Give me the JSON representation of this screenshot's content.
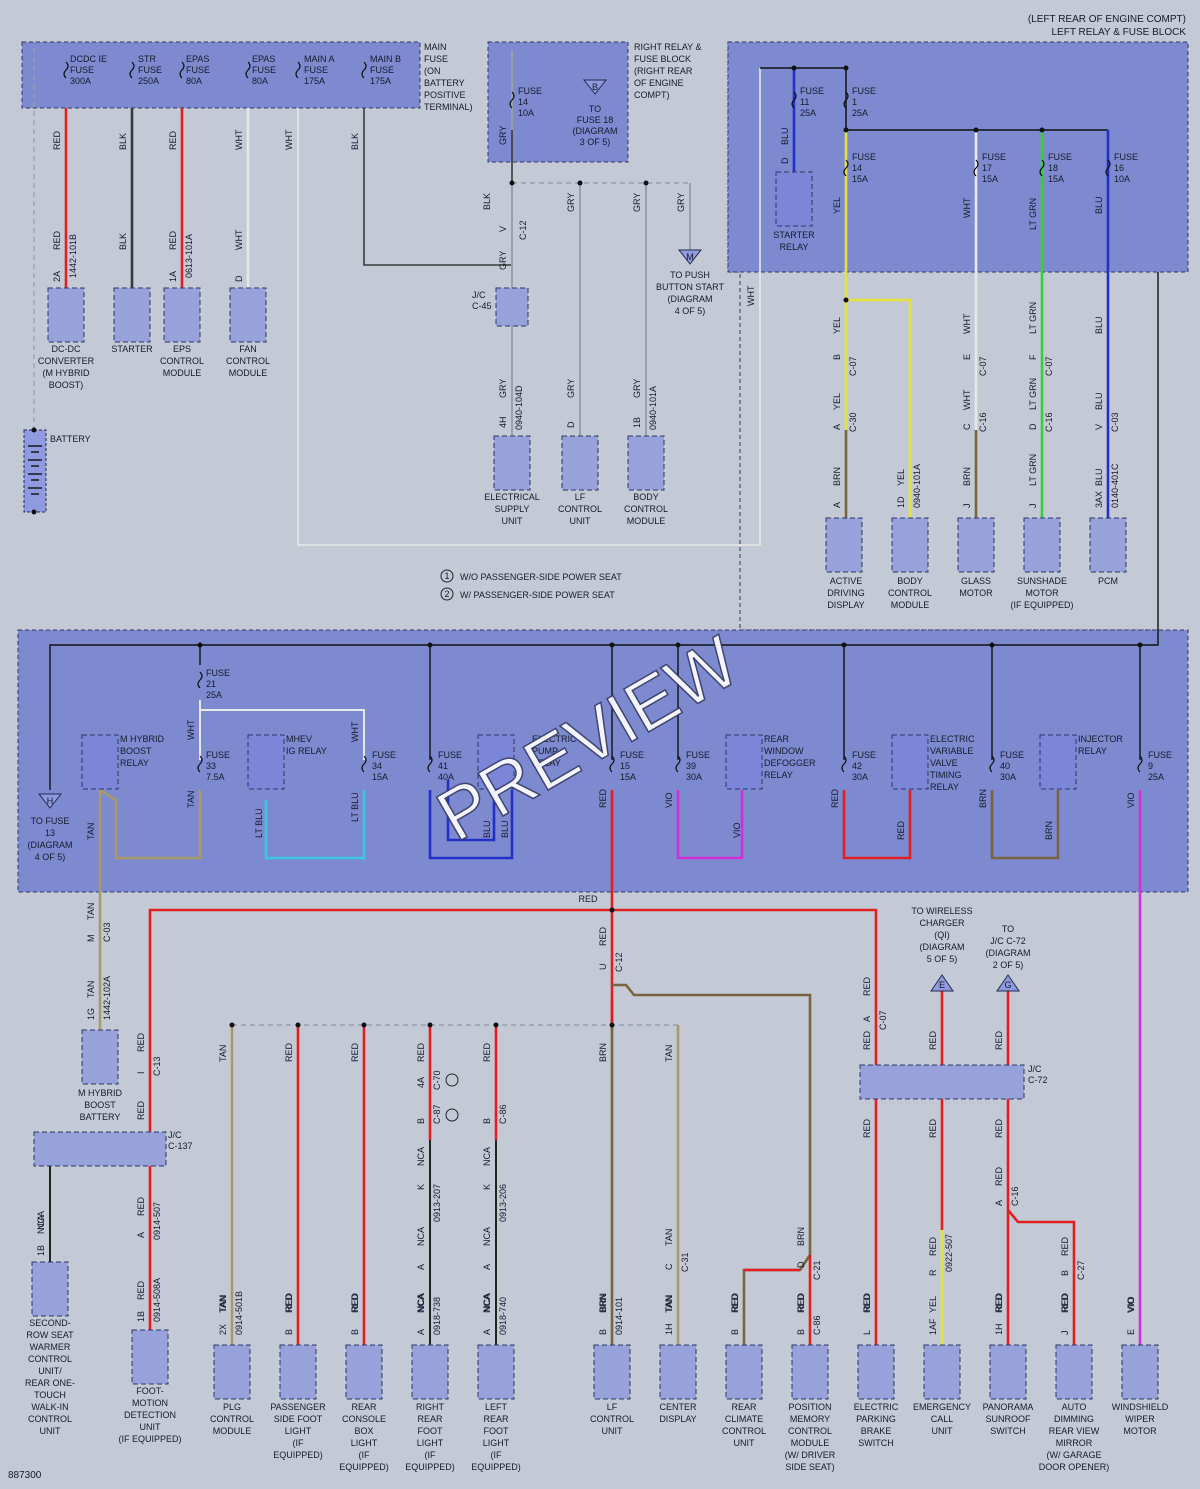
{
  "header": {
    "location_line1": "(LEFT REAR OF ENGINE COMPT)",
    "location_line2": "LEFT RELAY & FUSE BLOCK",
    "footer_code": "887300",
    "watermark": "PREVIEW"
  },
  "main_fuse": {
    "title": [
      "MAIN",
      "FUSE",
      "(ON",
      "BATTERY",
      "POSITIVE",
      "TERMINAL)"
    ],
    "fuses": [
      {
        "lines": [
          "DCDC IE",
          "FUSE",
          "300A"
        ]
      },
      {
        "lines": [
          "STR",
          "FUSE",
          "250A"
        ]
      },
      {
        "lines": [
          "EPAS",
          "FUSE",
          "80A"
        ]
      },
      {
        "lines": [
          "EPAS",
          "FUSE",
          "80A"
        ]
      },
      {
        "lines": [
          "MAIN A",
          "FUSE",
          "175A"
        ]
      },
      {
        "lines": [
          "MAIN B",
          "FUSE",
          "175A"
        ]
      }
    ]
  },
  "right_relay_block": {
    "title": [
      "RIGHT RELAY &",
      "FUSE BLOCK",
      "(RIGHT REAR",
      "OF ENGINE",
      "COMPT)"
    ],
    "fuse": [
      "FUSE",
      "14",
      "10A"
    ],
    "ref_letter": "B",
    "ref_text": [
      "TO",
      "FUSE 18",
      "(DIAGRAM",
      "3 OF 5)"
    ]
  },
  "push_start_ref": {
    "letter": "M",
    "text": [
      "TO PUSH",
      "BUTTON START",
      "(DIAGRAM",
      "4 OF 5)"
    ]
  },
  "legend": [
    {
      "num": "1",
      "text": "W/O PASSENGER-SIDE POWER SEAT"
    },
    {
      "num": "2",
      "text": "W/ PASSENGER-SIDE POWER SEAT"
    }
  ],
  "top_left_components": [
    {
      "pin": "2A",
      "conn": "1442-101B",
      "color": "RED",
      "lines": [
        "DC-DC",
        "CONVERTER",
        "(M HYBRID",
        "BOOST)"
      ]
    },
    {
      "pin": "",
      "conn": "",
      "color": "BLK",
      "lines": [
        "STARTER"
      ]
    },
    {
      "pin": "1A",
      "conn": "0613-101A",
      "color": "RED",
      "lines": [
        "EPS",
        "CONTROL",
        "MODULE"
      ]
    },
    {
      "pin": "D",
      "conn": "",
      "color": "WHT",
      "lines": [
        "FAN",
        "CONTROL",
        "MODULE"
      ]
    }
  ],
  "battery_label": "BATTERY",
  "top_mid_components": [
    {
      "pin": "4H",
      "conn": "0940-104D",
      "color": "GRY",
      "lines": [
        "ELECTRICAL",
        "SUPPLY",
        "UNIT"
      ]
    },
    {
      "pin": "D",
      "conn": "",
      "color": "GRY",
      "lines": [
        "LF",
        "CONTROL",
        "UNIT"
      ]
    },
    {
      "pin": "1B",
      "conn": "0940-101A",
      "color": "GRY",
      "lines": [
        "BODY",
        "CONTROL",
        "MODULE"
      ]
    }
  ],
  "top_mid_misc": {
    "jc45": [
      "J/C",
      "C-45"
    ],
    "c12": "C-12",
    "pin_v": "V",
    "wire_labels": [
      "BLK",
      "GRY",
      "GRY",
      "GRY",
      "GRY",
      "GRY",
      "GRY",
      "WHT"
    ]
  },
  "left_block_fuses": [
    {
      "lines": [
        "FUSE",
        "11",
        "25A"
      ]
    },
    {
      "lines": [
        "FUSE",
        "1",
        "25A"
      ]
    },
    {
      "lines": [
        "FUSE",
        "14",
        "15A"
      ]
    },
    {
      "lines": [
        "FUSE",
        "17",
        "15A"
      ]
    },
    {
      "lines": [
        "FUSE",
        "18",
        "15A"
      ]
    },
    {
      "lines": [
        "FUSE",
        "16",
        "10A"
      ]
    }
  ],
  "starter_relay": {
    "pin": "D",
    "color": "BLU",
    "lines": [
      "STARTER",
      "RELAY"
    ]
  },
  "top_right_components": [
    {
      "lines": [
        "ACTIVE",
        "DRIVING",
        "DISPLAY"
      ],
      "pin": "A",
      "color": "BRN",
      "conn_a": "A",
      "conn_b": "B",
      "c1": "C-07",
      "c2": "C-30",
      "w1": "YEL",
      "w2": "YEL"
    },
    {
      "lines": [
        "BODY",
        "CONTROL",
        "MODULE"
      ],
      "pin": "1D",
      "color": "YEL",
      "conn": "0940-101A"
    },
    {
      "lines": [
        "GLASS",
        "MOTOR"
      ],
      "pin": "J",
      "color": "BRN",
      "conn_a": "C",
      "conn_b": "E",
      "c1": "C-07",
      "c2": "C-16",
      "w1": "WHT",
      "w2": "WHT"
    },
    {
      "lines": [
        "SUNSHADE",
        "MOTOR",
        "(IF EQUIPPED)"
      ],
      "pin": "J",
      "color": "LT GRN",
      "conn_a": "D",
      "conn_b": "F",
      "c1": "C-07",
      "c2": "C-16",
      "w1": "LT GRN",
      "w2": "LT GRN"
    },
    {
      "lines": [
        "PCM"
      ],
      "pin": "3AX",
      "color": "BLU",
      "conn": "0140-401C",
      "conn_a": "V",
      "c2": "C-03",
      "w1": "BLU",
      "w2": "BLU"
    }
  ],
  "middle_block": {
    "fuses": [
      {
        "lines": [
          "FUSE",
          "21",
          "25A"
        ]
      },
      {
        "lines": [
          "FUSE",
          "33",
          "7.5A"
        ]
      },
      {
        "lines": [
          "FUSE",
          "34",
          "15A"
        ]
      },
      {
        "lines": [
          "FUSE",
          "41",
          "40A"
        ]
      },
      {
        "lines": [
          "FUSE",
          "15",
          "15A"
        ]
      },
      {
        "lines": [
          "FUSE",
          "39",
          "30A"
        ]
      },
      {
        "lines": [
          "FUSE",
          "42",
          "30A"
        ]
      },
      {
        "lines": [
          "FUSE",
          "40",
          "30A"
        ]
      },
      {
        "lines": [
          "FUSE",
          "9",
          "25A"
        ]
      }
    ],
    "relays": [
      {
        "lines": [
          "M HYBRID",
          "BOOST",
          "RELAY"
        ]
      },
      {
        "lines": [
          "MHEV",
          "IG RELAY"
        ]
      },
      {
        "lines": [
          "ELECTRIC",
          "PUMP",
          "RELAY"
        ]
      },
      {
        "lines": [
          "REAR",
          "WINDOW",
          "DEFOGGER",
          "RELAY"
        ]
      },
      {
        "lines": [
          "ELECTRIC",
          "VARIABLE",
          "VALVE",
          "TIMING",
          "RELAY"
        ]
      },
      {
        "lines": [
          "INJECTOR",
          "RELAY"
        ]
      }
    ],
    "h_ref": {
      "letter": "H",
      "text": [
        "TO FUSE",
        "13",
        "(DIAGRAM",
        "4 OF 5)"
      ]
    },
    "wire_labels": [
      "TAN",
      "WHT",
      "TAN",
      "LT BLU",
      "WHT",
      "LT BLU",
      "BLU",
      "BLU",
      "RED",
      "VIO",
      "VIO",
      "RED",
      "RED",
      "BRN",
      "BRN",
      "VIO"
    ]
  },
  "refs_bottom": [
    {
      "letter": "E",
      "text": [
        "TO WIRELESS",
        "CHARGER",
        "(QI)",
        "(DIAGRAM",
        "5 OF 5)"
      ]
    },
    {
      "letter": "G",
      "text": [
        "TO",
        "J/C C-72",
        "(DIAGRAM",
        "2 OF 5)"
      ]
    }
  ],
  "bottom_misc": {
    "red_bus": "RED",
    "jc137": [
      "J/C",
      "C-137"
    ],
    "jc72": [
      "J/C",
      "C-72"
    ],
    "mhb_battery": [
      "M HYBRID",
      "BOOST",
      "BATTERY"
    ],
    "mhb_pin": "1G",
    "mhb_conn": "1442-102A"
  },
  "bottom_components": [
    {
      "lines": [
        "SECOND-",
        "ROW SEAT",
        "WARMER",
        "CONTROL",
        "UNIT/",
        "REAR ONE-",
        "TOUCH",
        "WALK-IN",
        "CONTROL",
        "UNIT"
      ],
      "pin": "1B",
      "color": "NCA"
    },
    {
      "lines": [
        "FOOT-",
        "MOTION",
        "DETECTION",
        "UNIT",
        "(IF EQUIPPED)"
      ],
      "pin": "1B",
      "color": "RED",
      "conn": "0914-508A"
    },
    {
      "lines": [
        "PLG",
        "CONTROL",
        "MODULE"
      ],
      "pin": "2X",
      "color": "TAN",
      "conn": "0914-501B"
    },
    {
      "lines": [
        "PASSENGER",
        "SIDE FOOT",
        "LIGHT",
        "(IF",
        "EQUIPPED)"
      ],
      "pin": "B",
      "color": "RED"
    },
    {
      "lines": [
        "REAR",
        "CONSOLE",
        "BOX",
        "LIGHT",
        "(IF",
        "EQUIPPED)"
      ],
      "pin": "B",
      "color": "RED"
    },
    {
      "lines": [
        "RIGHT",
        "REAR",
        "FOOT",
        "LIGHT",
        "(IF",
        "EQUIPPED)"
      ],
      "pin": "A",
      "color": "NCA",
      "conn": "0918-738"
    },
    {
      "lines": [
        "LEFT",
        "REAR",
        "FOOT",
        "LIGHT",
        "(IF",
        "EQUIPPED)"
      ],
      "pin": "A",
      "color": "NCA",
      "conn": "0918-740"
    },
    {
      "lines": [
        "LF",
        "CONTROL",
        "UNIT"
      ],
      "pin": "B",
      "color": "BRN",
      "conn": "0914-101"
    },
    {
      "lines": [
        "CENTER",
        "DISPLAY"
      ],
      "pin": "1H",
      "color": "TAN"
    },
    {
      "lines": [
        "REAR",
        "CLIMATE",
        "CONTROL",
        "UNIT"
      ],
      "pin": "B",
      "color": "RED"
    },
    {
      "lines": [
        "POSITION",
        "MEMORY",
        "CONTROL",
        "MODULE",
        "(W/ DRIVER",
        "SIDE SEAT)"
      ],
      "pin": "B",
      "color": "RED"
    },
    {
      "lines": [
        "ELECTRIC",
        "PARKING",
        "BRAKE",
        "SWITCH"
      ],
      "pin": "L",
      "color": "RED"
    },
    {
      "lines": [
        "EMERGENCY",
        "CALL",
        "UNIT"
      ],
      "pin": "1AF",
      "color": "YEL"
    },
    {
      "lines": [
        "PANORAMA",
        "SUNROOF",
        "SWITCH"
      ],
      "pin": "1H",
      "color": "RED"
    },
    {
      "lines": [
        "AUTO",
        "DIMMING",
        "REAR VIEW",
        "MIRROR",
        "(W/ GARAGE",
        "DOOR OPENER)"
      ],
      "pin": "J",
      "color": "RED"
    },
    {
      "lines": [
        "WINDSHIELD",
        "WIPER",
        "MOTOR"
      ],
      "pin": "E",
      "color": "VIO"
    }
  ],
  "wire_colors": {
    "RED": "#e02020",
    "BLK": "#3a3a3a",
    "WHT": "#e8e8e8",
    "GRY": "#9aa0a8",
    "YEL": "#e5e23a",
    "LT GRN": "#36d13a",
    "BLU": "#2230c8",
    "BRN": "#7a6440",
    "TAN": "#a79a6a",
    "LT BLU": "#3ec7e0",
    "VIO": "#d030d8",
    "NCA": "#222222"
  }
}
